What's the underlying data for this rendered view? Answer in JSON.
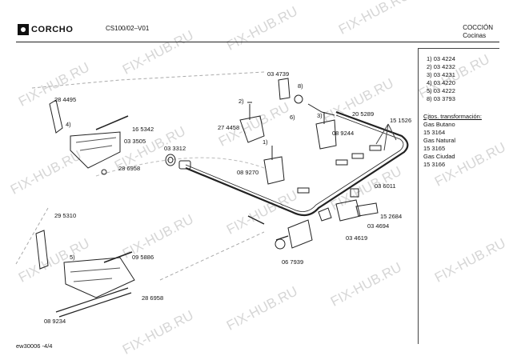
{
  "header": {
    "brand": "CORCHO",
    "model_code": "CS100/02–V01",
    "section_title": "COCCIÓN",
    "section_subtitle": "Cocinas"
  },
  "legend": {
    "items": [
      {
        "label": "1) 03 4224"
      },
      {
        "label": "2) 03 4232"
      },
      {
        "label": "3) 03 4231"
      },
      {
        "label": "4) 03 4220"
      },
      {
        "label": "5) 03 4222"
      },
      {
        "label": "8) 03 3793"
      }
    ],
    "notes_title": "Cjtos. transformación:",
    "notes": [
      "Gas Butano",
      "15 3164",
      "Gas Natural",
      "15 3165",
      "Gas Ciudad",
      "15 3166"
    ]
  },
  "parts": [
    {
      "label": "03 4739"
    },
    {
      "label": "8)"
    },
    {
      "label": "28 4495"
    },
    {
      "label": "2)"
    },
    {
      "label": "3)"
    },
    {
      "label": "20 5289"
    },
    {
      "label": "4)"
    },
    {
      "label": "6)"
    },
    {
      "label": "15 1526"
    },
    {
      "label": "27 4458"
    },
    {
      "label": "08 9244"
    },
    {
      "label": "16 5342"
    },
    {
      "label": "1)"
    },
    {
      "label": "03 3505"
    },
    {
      "label": "03 3312"
    },
    {
      "label": "28 6958"
    },
    {
      "label": "08 9270"
    },
    {
      "label": "03 6011"
    },
    {
      "label": "15 2684"
    },
    {
      "label": "03 4694"
    },
    {
      "label": "29 5310"
    },
    {
      "label": "03 4619"
    },
    {
      "label": "5)"
    },
    {
      "label": "09 5886"
    },
    {
      "label": "06 7939"
    },
    {
      "label": "28 6958"
    },
    {
      "label": "08 9234"
    }
  ],
  "footer": {
    "code": "ew30006  -4/4"
  },
  "watermark": {
    "text": "FIX-HUB.RU",
    "color": "#d6d6d6"
  }
}
